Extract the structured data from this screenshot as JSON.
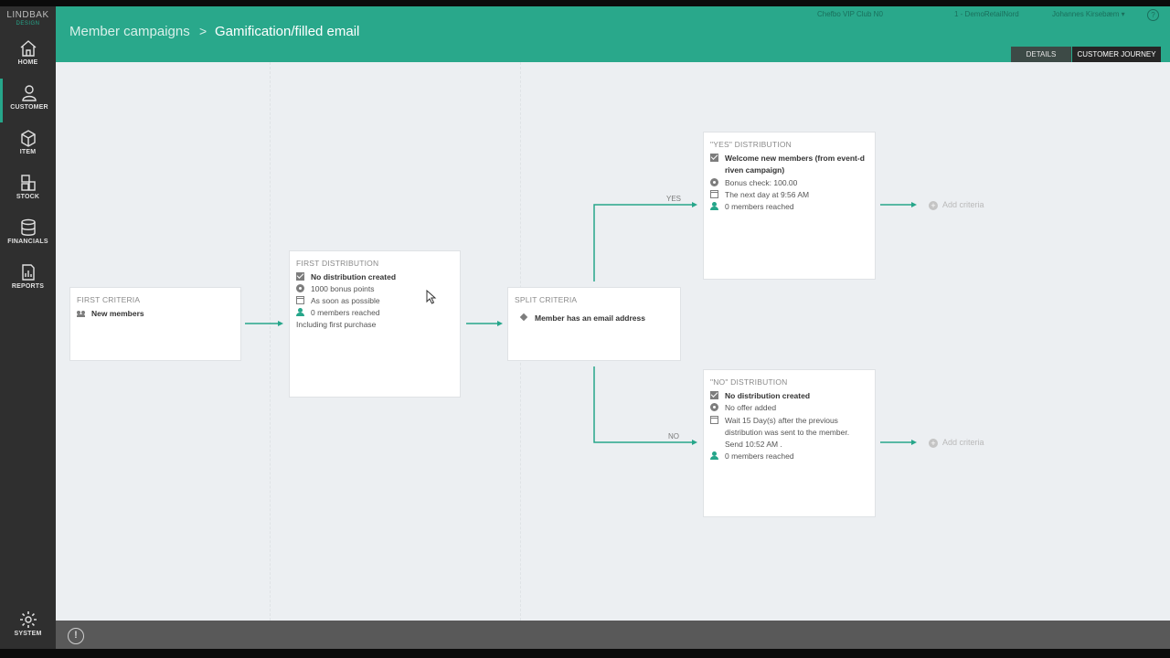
{
  "logo": {
    "line1": "LINDBAK",
    "line2": "DESIGN"
  },
  "sidebar": {
    "items": [
      {
        "label": "HOME",
        "icon": "home-icon"
      },
      {
        "label": "CUSTOMER",
        "icon": "person-icon",
        "active": true
      },
      {
        "label": "ITEM",
        "icon": "box-icon"
      },
      {
        "label": "STOCK",
        "icon": "boxes-icon"
      },
      {
        "label": "FINANCIALS",
        "icon": "database-icon"
      },
      {
        "label": "REPORTS",
        "icon": "report-icon"
      },
      {
        "label": "SYSTEM",
        "icon": "gear-icon"
      }
    ]
  },
  "header": {
    "breadcrumb": "Member campaigns",
    "separator": ">",
    "title": "Gamification/filled email",
    "club": "Chefbo VIP Club N0",
    "location": "1 - DemoRetailNord",
    "user": "Johannes Kirsebæm",
    "help": "?"
  },
  "tabs": [
    {
      "label": "DETAILS",
      "active": false
    },
    {
      "label": "CUSTOMER JOURNEY",
      "active": true
    }
  ],
  "flow": {
    "first_criteria": {
      "title": "FIRST CRITERIA",
      "item": "New members"
    },
    "first_distribution": {
      "title": "FIRST DISTRIBUTION",
      "rows": [
        "No distribution created",
        "1000 bonus points",
        "As soon as possible",
        "0 members reached",
        "Including first purchase"
      ]
    },
    "split_criteria": {
      "title": "SPLIT CRITERIA",
      "item": "Member has an email address"
    },
    "yes_distribution": {
      "title": "\"YES\" DISTRIBUTION",
      "rows": [
        "Welcome new members (from event-d",
        "riven campaign)",
        "Bonus check: 100.00",
        "The next day at 9:56 AM",
        "0 members reached"
      ]
    },
    "no_distribution": {
      "title": "\"NO\" DISTRIBUTION",
      "rows": [
        "No distribution created",
        "No offer added",
        "Wait 15 Day(s) after the previous",
        "distribution was sent to the member.",
        "Send 10:52 AM .",
        "0 members reached"
      ]
    },
    "yes_label": "YES",
    "no_label": "NO",
    "add_criteria": "Add criteria"
  },
  "footer": {
    "icon": "!"
  },
  "colors": {
    "accent": "#29a88b",
    "sidebar": "#2f2f2f",
    "canvas": "#eceff2"
  }
}
